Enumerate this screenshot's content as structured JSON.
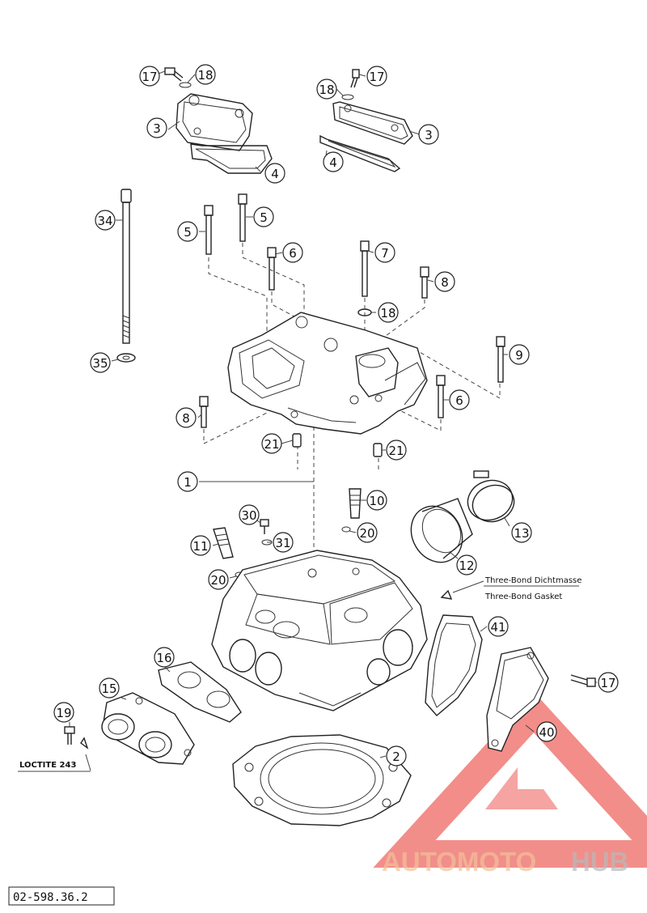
{
  "callouts": [
    {
      "n": "17"
    },
    {
      "n": "18"
    },
    {
      "n": "3"
    },
    {
      "n": "4"
    },
    {
      "n": "18"
    },
    {
      "n": "17"
    },
    {
      "n": "3"
    },
    {
      "n": "4"
    },
    {
      "n": "34"
    },
    {
      "n": "35"
    },
    {
      "n": "5"
    },
    {
      "n": "5"
    },
    {
      "n": "6"
    },
    {
      "n": "7"
    },
    {
      "n": "8"
    },
    {
      "n": "18"
    },
    {
      "n": "9"
    },
    {
      "n": "6"
    },
    {
      "n": "8"
    },
    {
      "n": "21"
    },
    {
      "n": "21"
    },
    {
      "n": "1"
    },
    {
      "n": "10"
    },
    {
      "n": "30"
    },
    {
      "n": "31"
    },
    {
      "n": "20"
    },
    {
      "n": "11"
    },
    {
      "n": "20"
    },
    {
      "n": "13"
    },
    {
      "n": "12"
    },
    {
      "n": "41"
    },
    {
      "n": "16"
    },
    {
      "n": "15"
    },
    {
      "n": "19"
    },
    {
      "n": "17"
    },
    {
      "n": "40"
    },
    {
      "n": "2"
    }
  ],
  "notes": {
    "sealant_de": "Three-Bond Dichtmasse",
    "sealant_en": "Three-Bond Gasket",
    "loctite": "LOCTITE 243"
  },
  "figure_code": "02-598.36.2",
  "watermark": {
    "part1": "AUTOMOTO",
    "part2": "HUB",
    "color_red": "#e8312a",
    "color_orange": "#f2a25c",
    "color_gray": "#9a9a9a"
  }
}
